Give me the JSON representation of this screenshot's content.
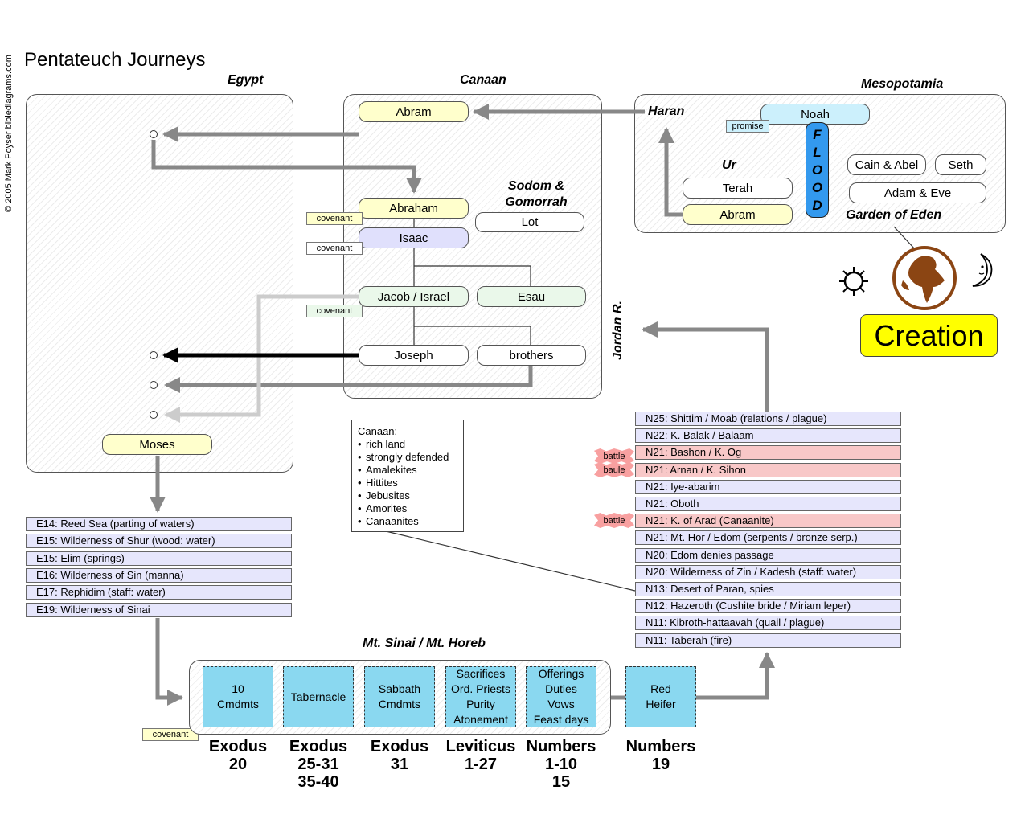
{
  "copyright": "© 2005 Mark Poyser  biblediagrams.com",
  "title": "Pentateuch Journeys",
  "regions": {
    "egypt": "Egypt",
    "canaan": "Canaan",
    "mesopotamia": "Mesopotamia",
    "sodom": "Sodom &\nGomorrah",
    "ur": "Ur",
    "haran": "Haran",
    "garden": "Garden of Eden",
    "jordan": "Jordan R.",
    "sinai": "Mt. Sinai / Mt. Horeb"
  },
  "people": {
    "abram_canaan": "Abram",
    "abraham": "Abraham",
    "isaac": "Isaac",
    "lot": "Lot",
    "jacob": "Jacob / Israel",
    "esau": "Esau",
    "joseph": "Joseph",
    "brothers": "brothers",
    "moses": "Moses",
    "noah": "Noah",
    "terah": "Terah",
    "abram_ur": "Abram",
    "cain_abel": "Cain & Abel",
    "seth": "Seth",
    "adam_eve": "Adam & Eve"
  },
  "tags": {
    "covenant": "covenant",
    "promise": "promise",
    "flood": "F\nL\nO\nO\nD",
    "battle": "battle",
    "battle2": "baule"
  },
  "creation": "Creation",
  "canaan_note": {
    "title": "Canaan:",
    "items": [
      "rich land",
      "strongly defended",
      "Amalekites",
      "Hittites",
      "Jebusites",
      "Amorites",
      "Canaanites"
    ]
  },
  "exodus_stops": [
    "E14: Reed Sea (parting of waters)",
    "E15: Wilderness of Shur (wood: water)",
    "E15: Elim (springs)",
    "E16: Wilderness of Sin (manna)",
    "E17: Rephidim (staff: water)",
    "E19: Wilderness of Sinai"
  ],
  "numbers_stops": [
    {
      "label": "N25: Shittim / Moab (relations / plague)",
      "battle": false
    },
    {
      "label": "N22: K. Balak / Balaam",
      "battle": false
    },
    {
      "label": "N21: Bashon / K. Og",
      "battle": true
    },
    {
      "label": "N21: Arnan / K. Sihon",
      "battle": true
    },
    {
      "label": "N21: Iye-abarim",
      "battle": false
    },
    {
      "label": "N21: Oboth",
      "battle": false
    },
    {
      "label": "N21: K. of Arad (Canaanite)",
      "battle": true
    },
    {
      "label": "N21: Mt. Hor / Edom (serpents / bronze serp.)",
      "battle": false
    },
    {
      "label": "N20: Edom denies passage",
      "battle": false
    },
    {
      "label": "N20: Wilderness of Zin / Kadesh (staff: water)",
      "battle": false
    },
    {
      "label": "N13: Desert of Paran, spies",
      "battle": false
    },
    {
      "label": "N12: Hazeroth (Cushite bride / Miriam leper)",
      "battle": false
    },
    {
      "label": "N11: Kibroth-hattaavah (quail / plague)",
      "battle": false
    },
    {
      "label": "N11: Taberah (fire)",
      "battle": false
    }
  ],
  "sinai_books": [
    {
      "text": "10\nCmdmts",
      "ref": [
        "Exodus",
        "20"
      ]
    },
    {
      "text": "Tabernacle",
      "ref": [
        "Exodus",
        "25-31",
        "35-40"
      ]
    },
    {
      "text": "Sabbath\nCmdmts",
      "ref": [
        "Exodus",
        "31"
      ]
    },
    {
      "text": "Sacrifices\nOrd. Priests\nPurity\nAtonement",
      "ref": [
        "Leviticus",
        "1-27"
      ]
    },
    {
      "text": "Offerings\nDuties\nVows\nFeast days",
      "ref": [
        "Numbers",
        "1-10",
        "15"
      ]
    }
  ],
  "red_heifer": {
    "text": "Red\nHeifer",
    "ref": [
      "Numbers",
      "19"
    ]
  },
  "colors": {
    "yellow": "#ffffcc",
    "lavender": "#e0e0fc",
    "green": "#eaf8ea",
    "cyan": "#ccf0fc",
    "flood": "#3399ee",
    "battle": "#f8a0a0",
    "creation": "#ffff00",
    "arrow": "#888888"
  }
}
